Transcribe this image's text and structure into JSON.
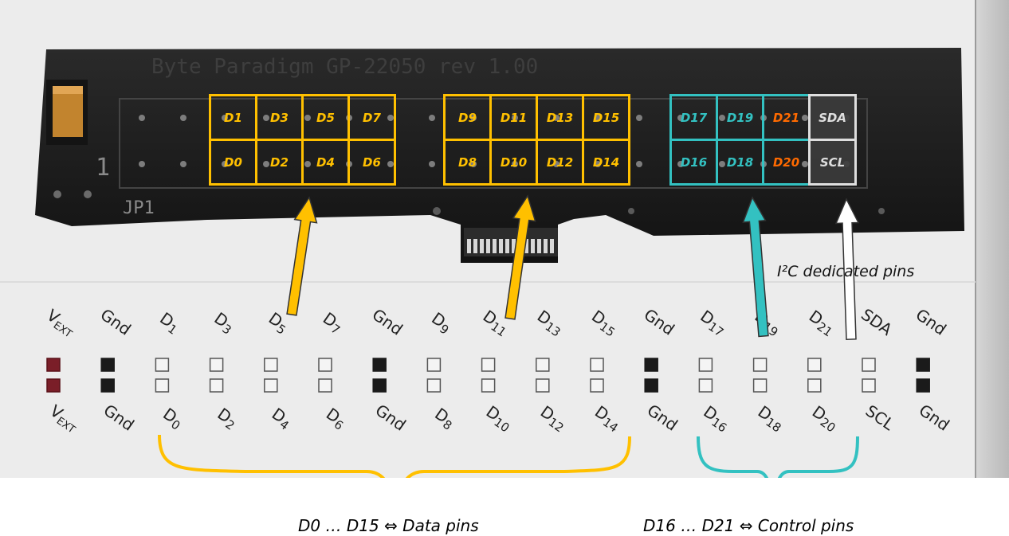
{
  "board": {
    "silkscreen_title": "Byte Paradigm   GP-22050   rev 1.00",
    "jumper_label": "JP1",
    "pin_one_label": "1"
  },
  "colors": {
    "data": "#ffc000",
    "control": "#33c1c1",
    "control_orange": "#ff6a00",
    "i2c": "#dedede"
  },
  "header_groups": [
    {
      "color": "data",
      "top": [
        "D1",
        "D3",
        "D5",
        "D7"
      ],
      "bottom": [
        "D0",
        "D2",
        "D4",
        "D6"
      ]
    },
    {
      "color": "data",
      "top": [
        "D9",
        "D11",
        "D13",
        "D15"
      ],
      "bottom": [
        "D8",
        "D10",
        "D12",
        "D14"
      ]
    },
    {
      "color": "control",
      "top": [
        "D17",
        "D19",
        "D21",
        "SDA"
      ],
      "bottom": [
        "D16",
        "D18",
        "D20",
        "SCL"
      ]
    }
  ],
  "connector_top_labels": [
    "V_EXT",
    "Gnd",
    "D1",
    "D3",
    "D5",
    "D7",
    "Gnd",
    "D9",
    "D11",
    "D13",
    "D15",
    "Gnd",
    "D17",
    "D19",
    "D21",
    "SDA",
    "Gnd"
  ],
  "connector_bottom_labels": [
    "V_EXT",
    "Gnd",
    "D0",
    "D2",
    "D4",
    "D6",
    "Gnd",
    "D8",
    "D10",
    "D12",
    "D14",
    "Gnd",
    "D16",
    "D18",
    "D20",
    "SCL",
    "Gnd"
  ],
  "connector_pin_types": [
    "power",
    "ground",
    "signal",
    "signal",
    "signal",
    "signal",
    "ground",
    "signal",
    "signal",
    "signal",
    "signal",
    "ground",
    "signal",
    "signal",
    "signal",
    "signal",
    "ground"
  ],
  "annotations": {
    "i2c_note": "I²C dedicated pins",
    "data_legend": "D0 … D15 ⇔ Data pins",
    "control_legend": "D16 … D21 ⇔ Control pins"
  }
}
